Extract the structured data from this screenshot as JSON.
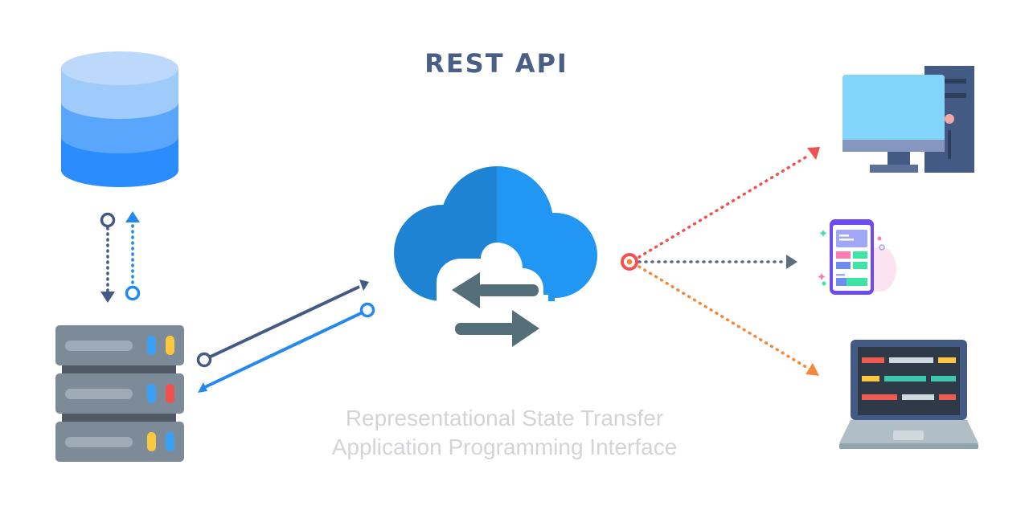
{
  "diagram": {
    "title": "REST API",
    "subtitle_line1": "Representational State Transfer",
    "subtitle_line2": "Application Programming Interface"
  },
  "colors": {
    "title": "#4a5f86",
    "subtitle": "#d2d4d8",
    "cloud_dark": "#1f83d4",
    "cloud_light": "#2196f3",
    "arrow_gray": "#546e7a",
    "navy_link": "#435a85",
    "blue_link": "#2389ee",
    "desktop_link": "#f05050",
    "mobile_link": "#5b6f7f",
    "laptop_link": "#f4873c",
    "server_body": "#7d8b99",
    "db_top": "#bcd9fb"
  },
  "icons": {
    "database": "database-icon",
    "server": "server-rack-icon",
    "cloud": "cloud-exchange-icon",
    "desktop": "desktop-computer-icon",
    "mobile": "mobile-phone-icon",
    "laptop": "laptop-icon"
  }
}
